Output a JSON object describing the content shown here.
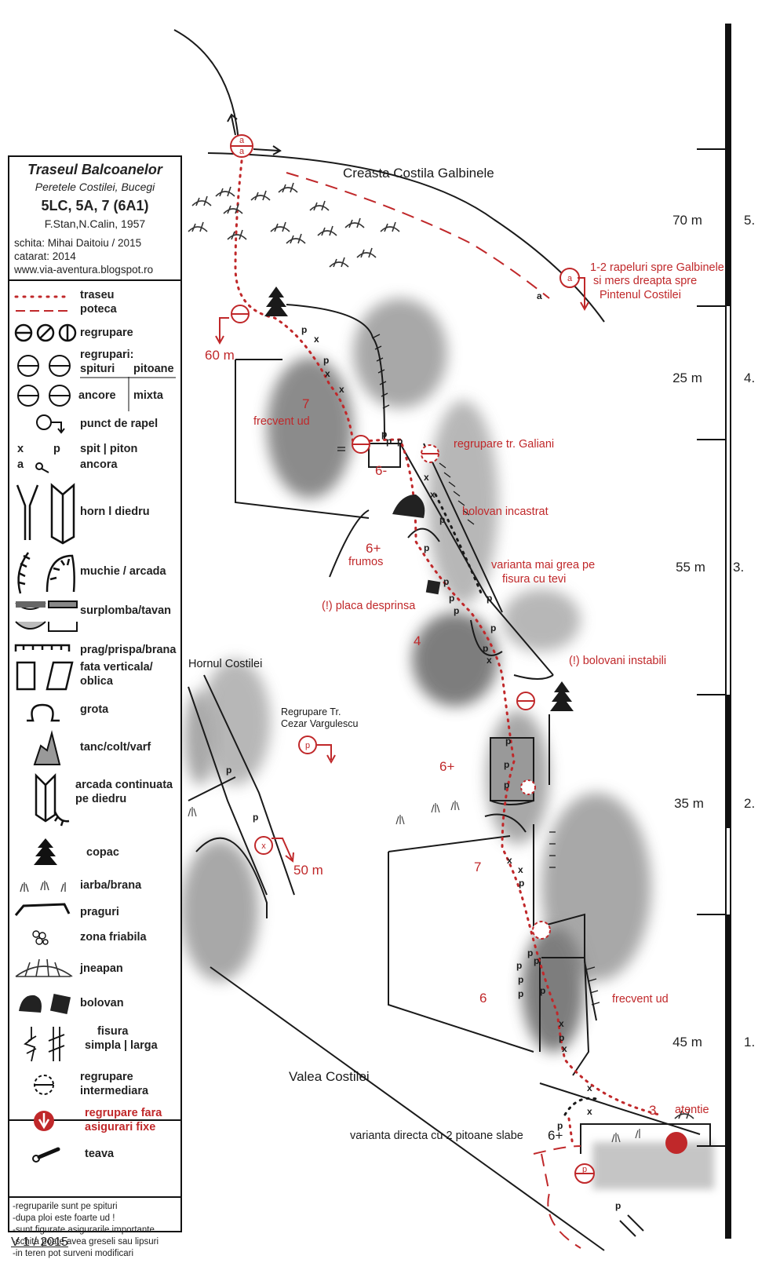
{
  "legend": {
    "title": "Traseul Balcoanelor",
    "subtitle": "Peretele Costilei, Bucegi",
    "grade": "5LC, 5A, 7 (6A1)",
    "authors": "F.Stan,N.Calin, 1957",
    "sketch": "schita: Mihai Daitoiu / 2015",
    "climbed": "catarat: 2014",
    "website": "www.via-aventura.blogspot.ro",
    "items": {
      "traseu": "traseu",
      "poteca": "poteca",
      "regrupare": "regrupare",
      "regrupari": "regrupari:",
      "spituri": "spituri",
      "pitoane": "pitoane",
      "ancore": "ancore",
      "mixta": "mixta",
      "rapel": "punct de rapel",
      "spit_piton": "spit    |  piton",
      "ancora": "ancora",
      "horn_diedru": "horn     l diedru",
      "muchie": "muchie / arcada",
      "surplomba": "surplomba/tavan",
      "prag": "prag/prispa/brana",
      "fata": "fata verticala/",
      "oblica": "oblica",
      "grota": "grota",
      "tanc": "tanc/colt/varf",
      "arcada1": "arcada continuata",
      "arcada2": "pe diedru",
      "copac": "copac",
      "iarba": "iarba/brana",
      "praguri": "praguri",
      "friabila": "zona friabila",
      "jneapan": "jneapan",
      "bolovan": "bolovan",
      "fisura": "fisura",
      "fisura2": "simpla  |  larga",
      "reg_int1": "regrupare",
      "reg_int2": "intermediara",
      "reg_fara1": "regrupare fara",
      "reg_fara2": "asigurari fixe",
      "teava": "teava",
      "sym_x": "x",
      "sym_p": "p",
      "sym_a": "a"
    },
    "notes": [
      "-regruparile sunt pe spituri",
      "-dupa ploi este foarte ud !",
      "-sunt figurate asigurarile importante",
      "-schita poate avea greseli sau lipsuri",
      "-in teren pot surveni modificari"
    ],
    "version": "V 1 / 2015"
  },
  "topo": {
    "ridge": "Creasta Costila Galbinele",
    "valley": "Valea Costilei",
    "hornul": "Hornul Costilei",
    "rappel_note": [
      "1-2 rapeluri spre Galbinele",
      "si mers dreapta spre",
      "Pintenul Costilei"
    ],
    "rappel_60": "60 m",
    "rappel_50": "50 m",
    "reg_cezar": [
      "Regrupare Tr.",
      "Cezar Vargulescu"
    ],
    "reg_galiani": "regrupare tr. Galiani",
    "bolovan": "bolovan incastrat",
    "varianta_grea": [
      "varianta mai grea pe",
      "fisura cu tevi"
    ],
    "placa": "(!) placa desprinsa",
    "bolovani": "(!) bolovani instabili",
    "frecvent_ud": "frecvent ud",
    "frumos": "frumos",
    "atentie": "atentie",
    "varianta_directa": "varianta directa cu 2 pitoane slabe",
    "grades": [
      "7",
      "6-",
      "6+",
      "4",
      "6+",
      "7",
      "6",
      "3",
      "6+"
    ]
  },
  "pitches": [
    {
      "length": "70 m",
      "num": "5."
    },
    {
      "length": "25 m",
      "num": "4."
    },
    {
      "length": "55 m",
      "num": "3."
    },
    {
      "length": "35 m",
      "num": "2."
    },
    {
      "length": "45 m",
      "num": "1."
    }
  ],
  "colors": {
    "route": "#c0282a",
    "rock": "#8a8a8a",
    "ink": "#1a1a1a"
  }
}
